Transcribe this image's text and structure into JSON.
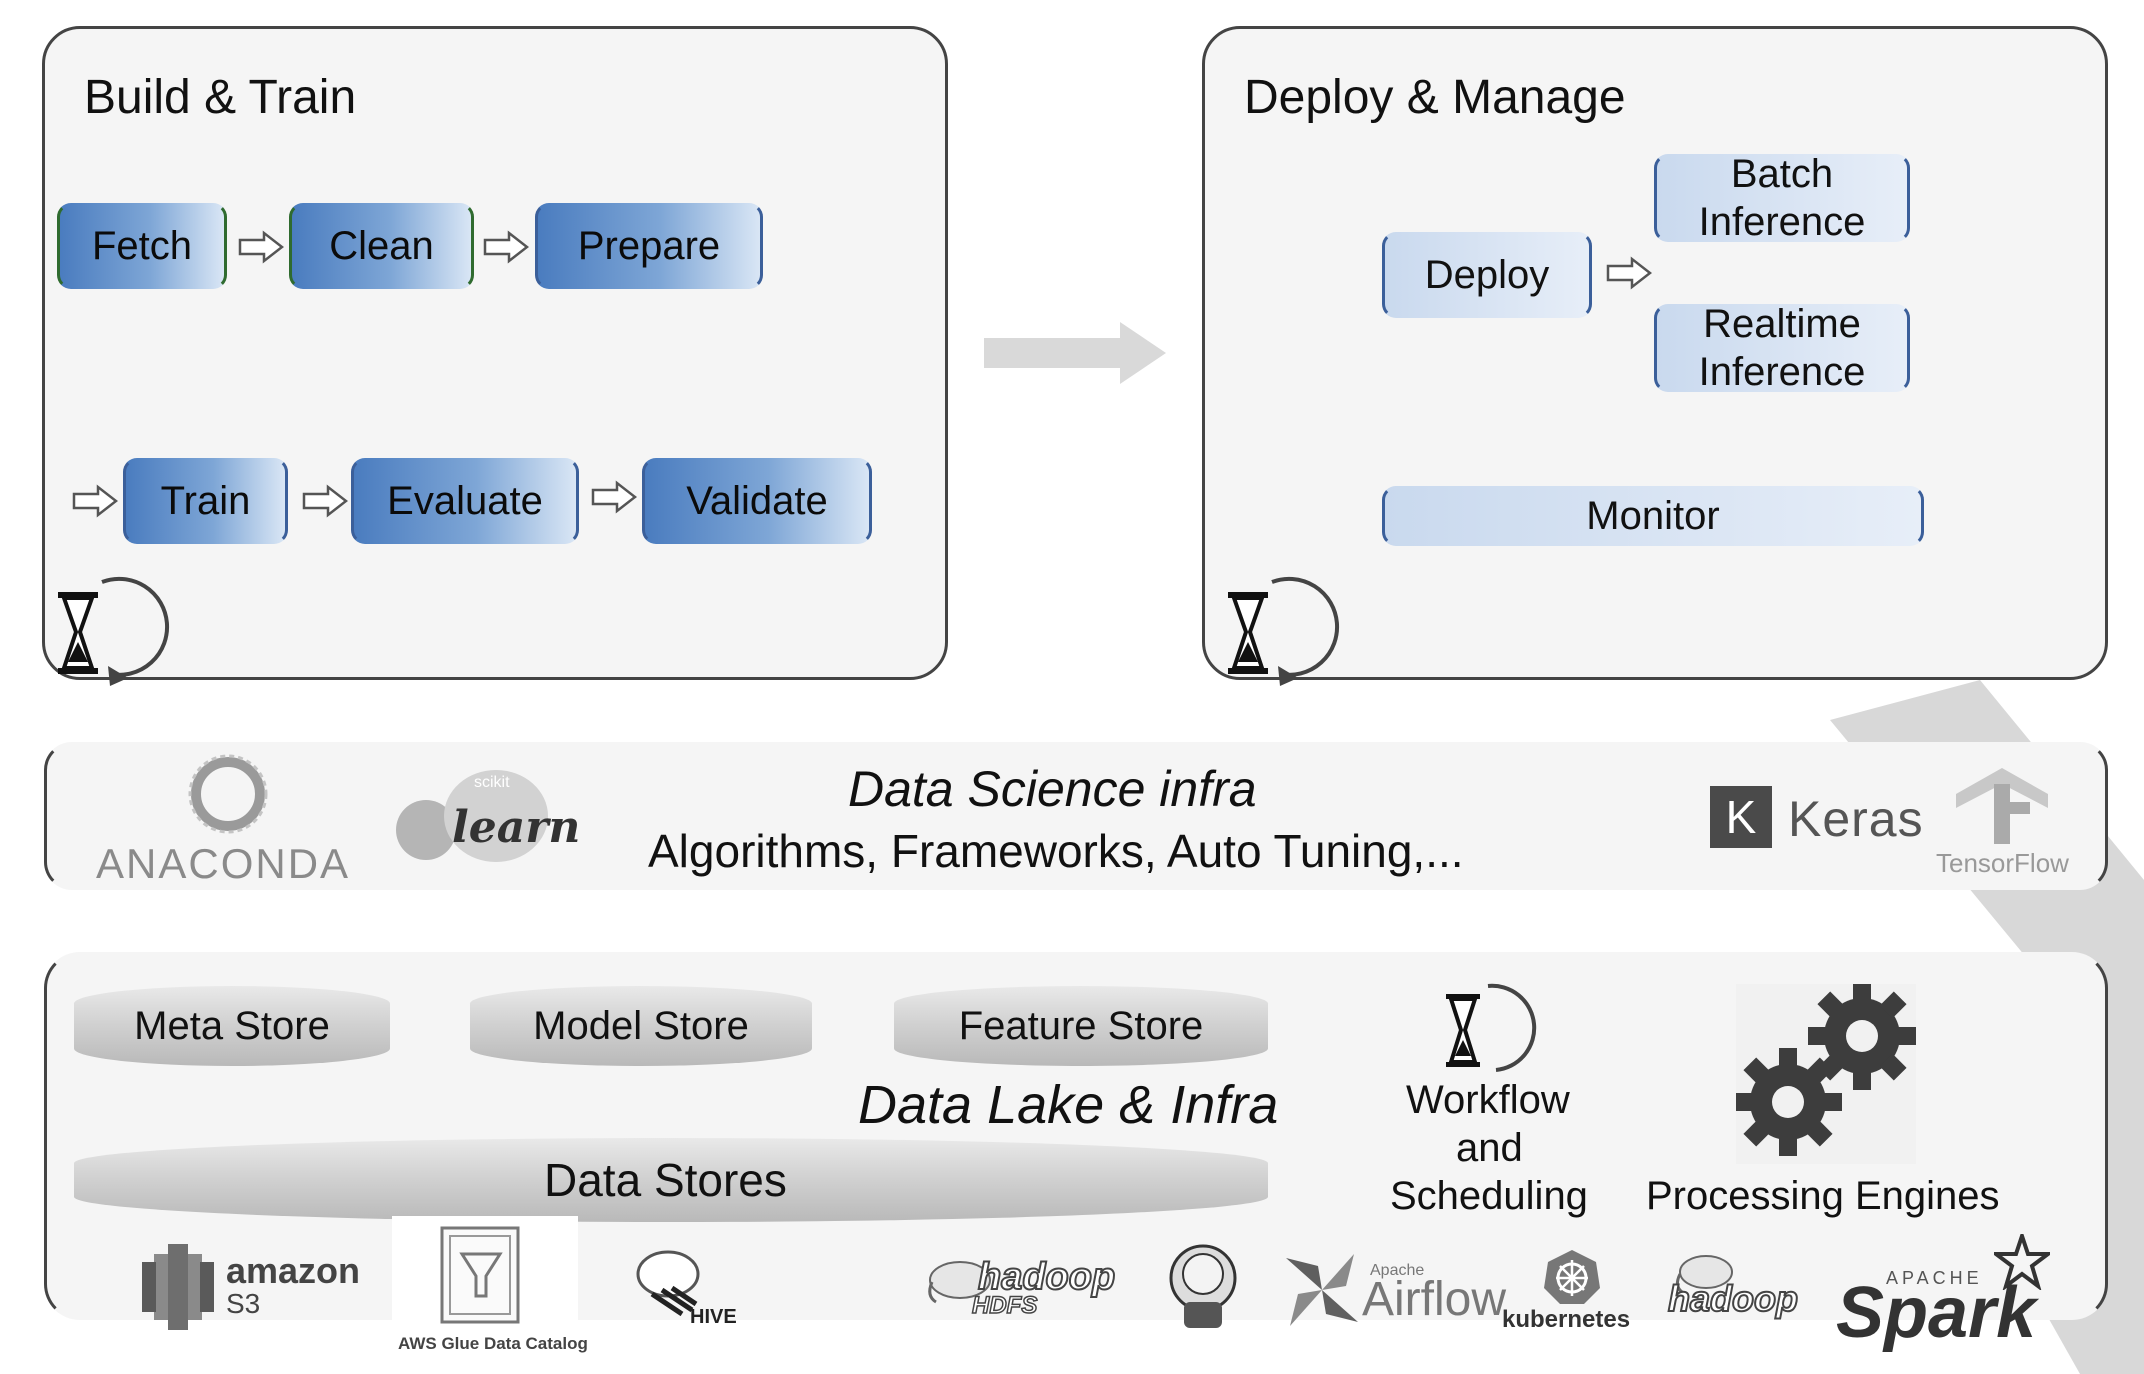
{
  "build_train": {
    "title": "Build & Train",
    "steps": [
      "Fetch",
      "Clean",
      "Prepare",
      "Train",
      "Evaluate",
      "Validate"
    ]
  },
  "deploy_manage": {
    "title": "Deploy & Manage",
    "deploy": "Deploy",
    "batch": "Batch Inference",
    "realtime": "Realtime Inference",
    "monitor": "Monitor"
  },
  "ds_infra": {
    "title": "Data Science infra",
    "subtitle": "Algorithms, Frameworks, Auto Tuning,...",
    "logos": {
      "anaconda": "ANACONDA",
      "sklearn_small": "scikit",
      "sklearn": "learn",
      "keras_k": "K",
      "keras": "Keras",
      "tensorflow": "TensorFlow"
    }
  },
  "data_lake": {
    "title": "Data Lake & Infra",
    "meta_store": "Meta Store",
    "model_store": "Model Store",
    "feature_store": "Feature Store",
    "data_stores": "Data Stores",
    "workflow": [
      "Workflow",
      "and",
      "Scheduling"
    ],
    "processing": "Processing Engines",
    "logos": {
      "amazon": "amazon",
      "s3": "S3",
      "glue": "AWS Glue Data Catalog",
      "hive": "HIVE",
      "hadoop_hdfs_1": "hadoop",
      "hadoop_hdfs_2": "HDFS",
      "airflow_small": "Apache",
      "airflow": "Airflow",
      "kubernetes": "kubernetes",
      "hadoop": "hadoop",
      "spark_small": "APACHE",
      "spark": "Spark"
    }
  },
  "colors": {
    "step_dark": "#4a7cbf",
    "step_light": "#d9e6f5",
    "panel_bg": "#f5f5f5",
    "store_gray": "#c8c8c8"
  }
}
